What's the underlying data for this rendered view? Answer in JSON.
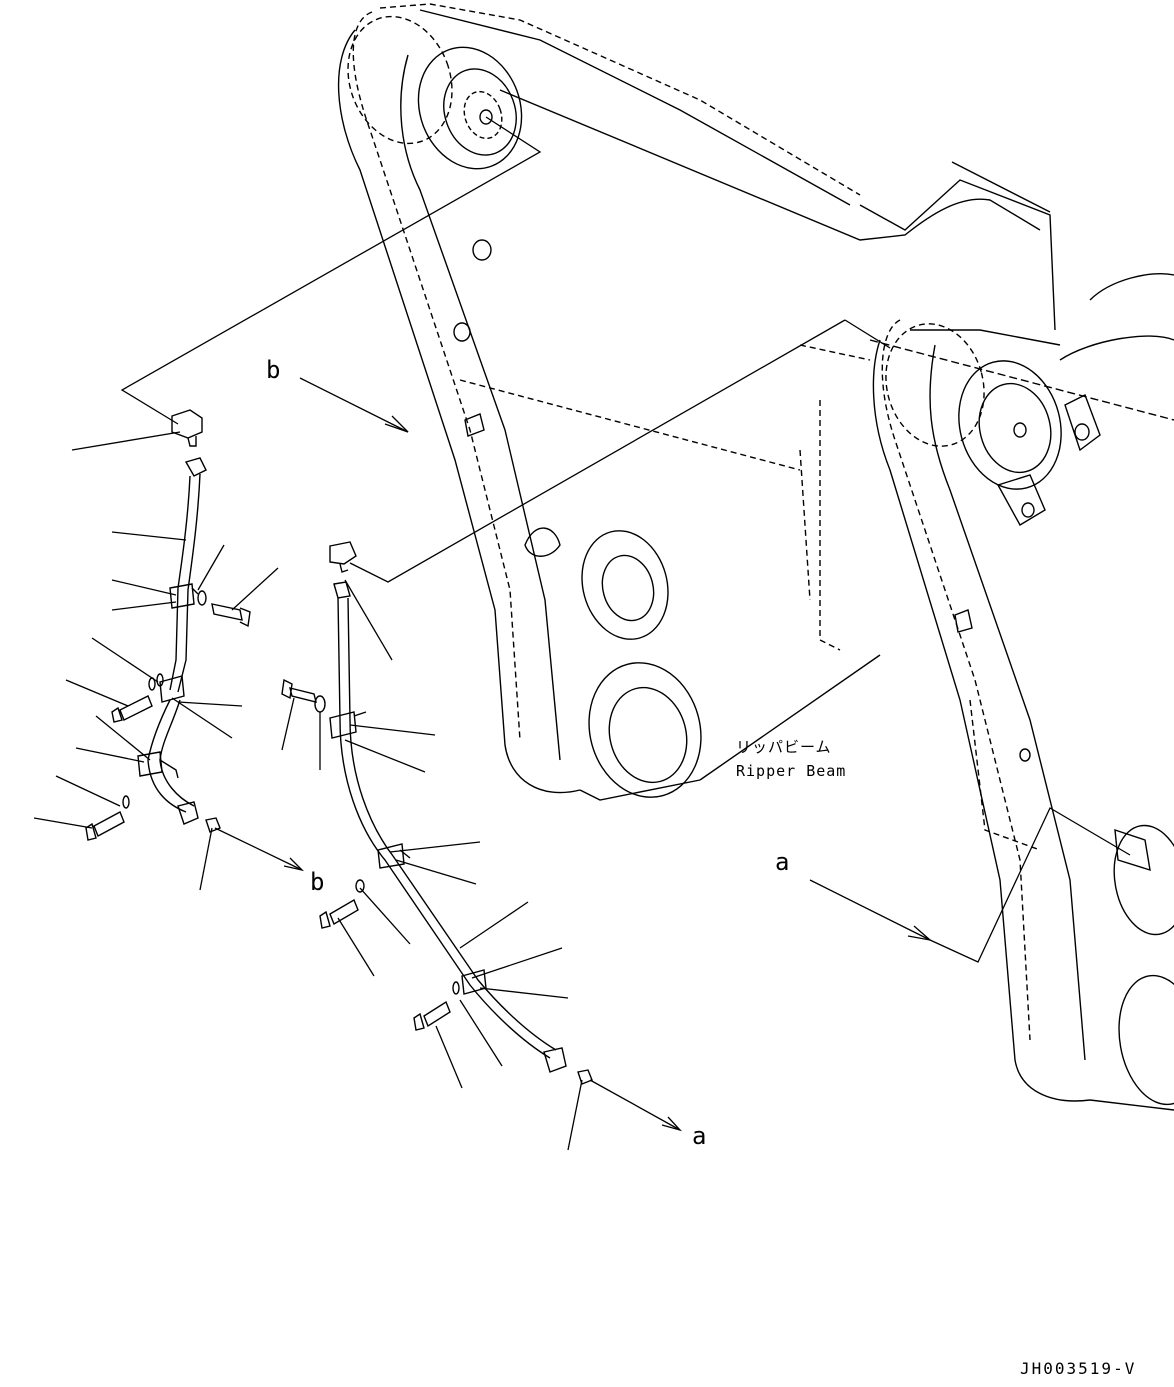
{
  "labels": {
    "ref_b_upper": "b",
    "ref_b_lower": "b",
    "ref_a_right": "a",
    "ref_a_lower": "a",
    "ripper_beam_jp": "リッパビーム",
    "ripper_beam_en": "Ripper Beam",
    "drawing_code": "JH003519-V"
  }
}
